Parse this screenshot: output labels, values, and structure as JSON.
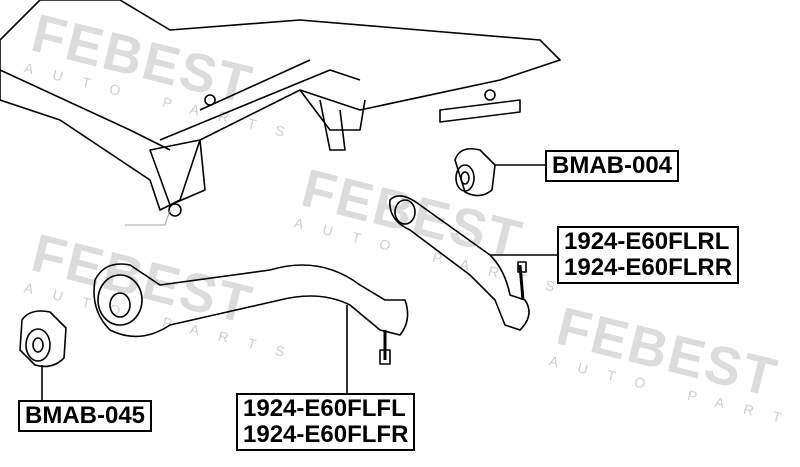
{
  "watermark": {
    "brand": "FEBEST",
    "tagline": "AUTO PARTS"
  },
  "labels": {
    "bmab004": "BMAB-004",
    "rear_left": "1924-E60FLRL",
    "rear_right": "1924-E60FLRR",
    "bmab045": "BMAB-045",
    "front_left": "1924-E60FLFL",
    "front_right": "1924-E60FLFR"
  }
}
